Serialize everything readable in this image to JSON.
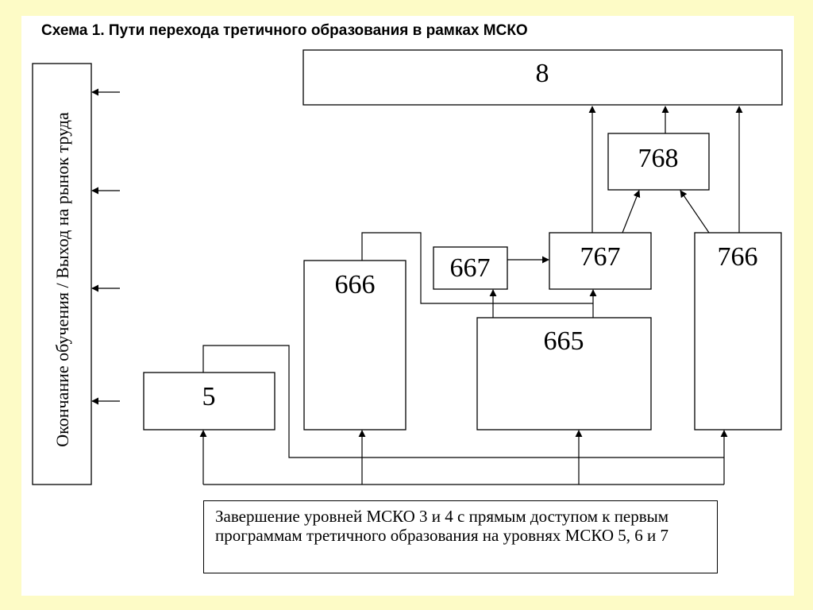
{
  "title": "Схема 1. Пути перехода третичного образования в рамках МСКО",
  "side_label": "Окончание обучения / Выход на рынок труда",
  "boxes": {
    "b8": "8",
    "b768": "768",
    "b667": "667",
    "b767": "767",
    "b766": "766",
    "b666": "666",
    "b665": "665",
    "b5": "5"
  },
  "bottom_text": "Завершение уровней МСКО 3 и 4 с прямым доступом к первым программам третичного образования на уровнях МСКО 5, 6 и 7",
  "colors": {
    "background": "#fdfbc6",
    "panel": "#ffffff",
    "stroke": "#000000"
  }
}
